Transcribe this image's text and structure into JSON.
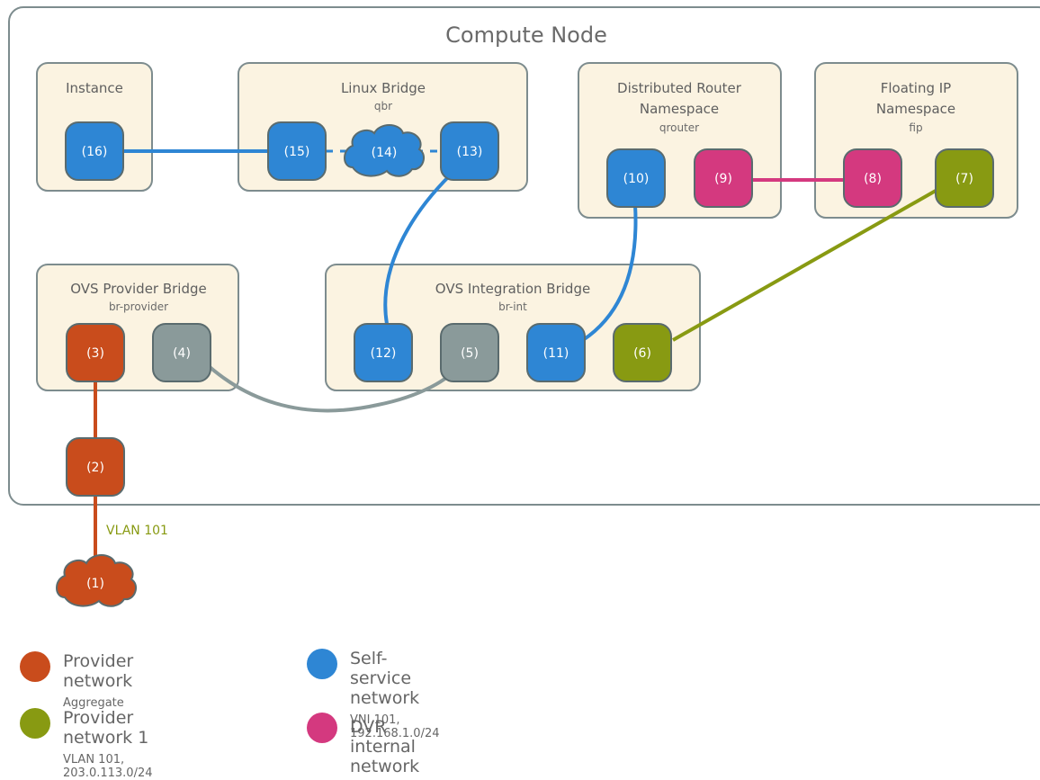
{
  "compute_node": {
    "title": "Compute Node"
  },
  "boxes": {
    "instance": {
      "title": "Instance"
    },
    "linux_bridge": {
      "title": "Linux Bridge",
      "sub": "qbr"
    },
    "dvr_ns": {
      "title_line1": "Distributed Router",
      "title_line2": "Namespace",
      "sub": "qrouter"
    },
    "fip_ns": {
      "title_line1": "Floating IP",
      "title_line2": "Namespace",
      "sub": "fip"
    },
    "ovs_provider": {
      "title": "OVS Provider Bridge",
      "sub": "br-provider"
    },
    "ovs_integration": {
      "title": "OVS Integration Bridge",
      "sub": "br-int"
    }
  },
  "nodes": {
    "n1": "(1)",
    "n2": "(2)",
    "n3": "(3)",
    "n4": "(4)",
    "n5": "(5)",
    "n6": "(6)",
    "n7": "(7)",
    "n8": "(8)",
    "n9": "(9)",
    "n10": "(10)",
    "n11": "(11)",
    "n12": "(12)",
    "n13": "(13)",
    "n14": "(14)",
    "n15": "(15)",
    "n16": "(16)"
  },
  "link_labels": {
    "vlan": "VLAN 101"
  },
  "colors": {
    "provider": "#c94c1c",
    "provider1": "#889a12",
    "selfservice": "#2e86d4",
    "dvr": "#d4397f",
    "tunnel": "#8a9a9a"
  },
  "legend": {
    "provider": {
      "title": "Provider network",
      "sub": "Aggregate"
    },
    "provider1": {
      "title": "Provider network 1",
      "sub": "VLAN 101, 203.0.113.0/24"
    },
    "selfservice": {
      "title": "Self-service network",
      "sub": "VNI 101, 192.168.1.0/24"
    },
    "dvr": {
      "title": "DVR internal network"
    }
  }
}
